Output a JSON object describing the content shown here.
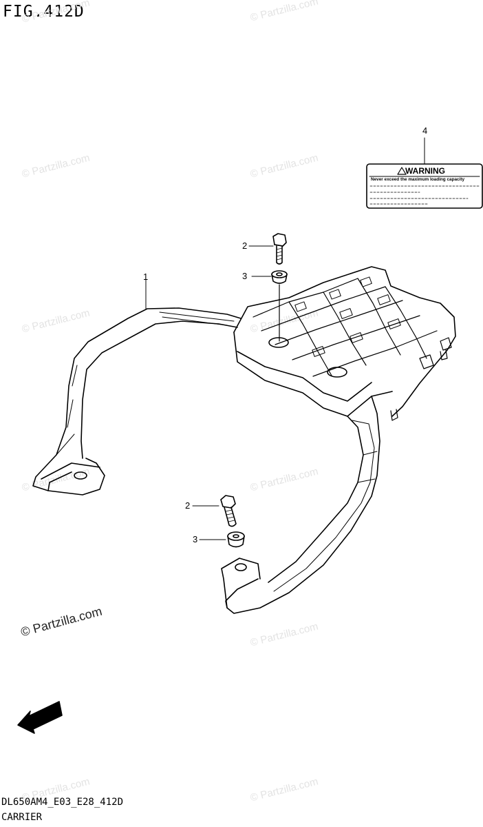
{
  "figure": {
    "title": "FIG.412D",
    "code": "DL650AM4_E03_E28_412D",
    "name": "CARRIER"
  },
  "callouts": [
    "1",
    "2",
    "3",
    "4",
    "2",
    "3"
  ],
  "warning_label": {
    "title": "WARNING",
    "text": "Never exceed the maximum loading capacity"
  },
  "fwd_label": "FWD",
  "watermark": "© Partzilla.com"
}
